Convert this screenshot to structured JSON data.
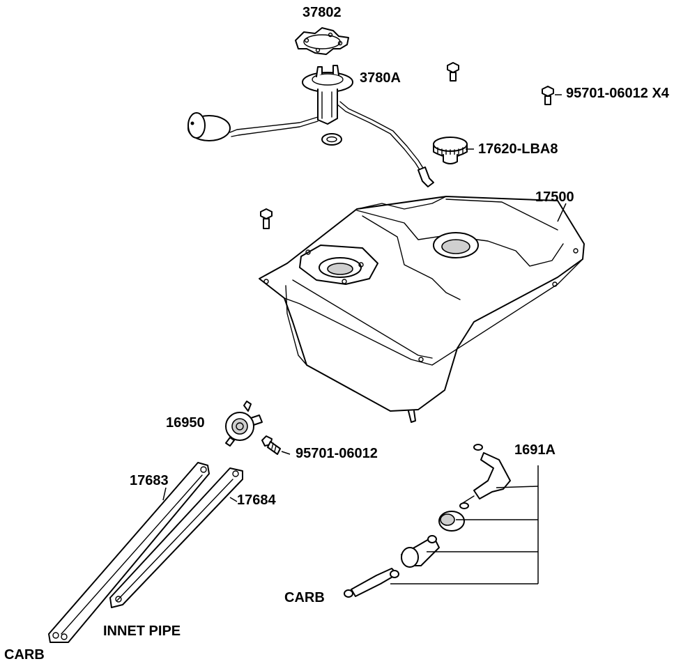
{
  "labels": {
    "p37802": "37802",
    "p3780a": "3780A",
    "p95701_x4": "95701-06012 X4",
    "p17620": "17620-LBA8",
    "p17500": "17500",
    "p16950": "16950",
    "p95701": "95701-06012",
    "p1691a": "1691A",
    "p17683": "17683",
    "p17684": "17684",
    "carb_right": "CARB",
    "innet_pipe": "INNET PIPE",
    "carb_left": "CARB"
  },
  "colors": {
    "line": "#000000",
    "background": "#ffffff",
    "shade": "#cfcfcf"
  }
}
